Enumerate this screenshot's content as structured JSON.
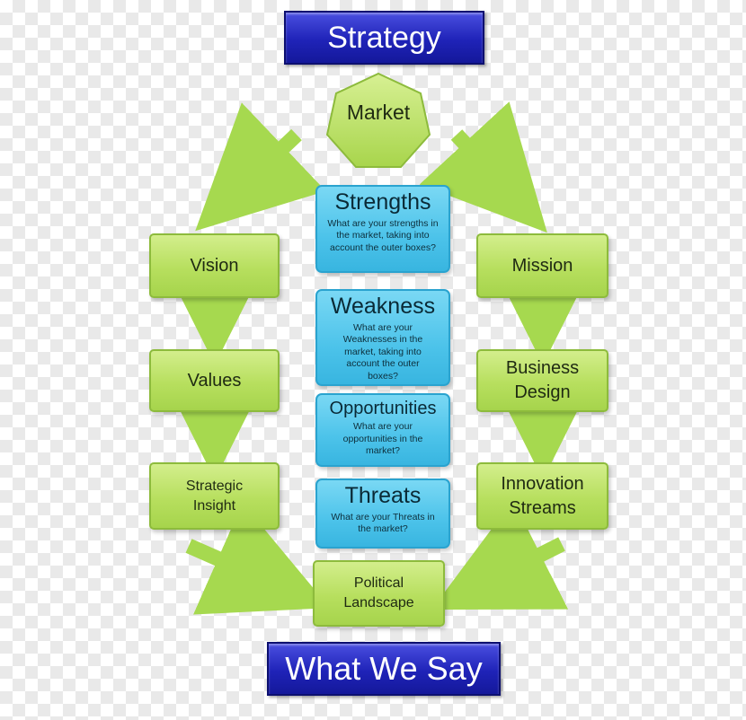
{
  "diagram": {
    "title_top": "Strategy",
    "title_bottom": "What We Say",
    "market": "Market",
    "left_column": [
      "Vision",
      "Values",
      "Strategic Insight"
    ],
    "right_column": [
      "Mission",
      "Business Design",
      "Innovation Streams"
    ],
    "bottom": "Political Landscape",
    "swot": [
      {
        "heading": "Strengths",
        "question": "What are your strengths in the market, taking into account the outer boxes?"
      },
      {
        "heading": "Weakness",
        "question": "What are your Weaknesses in the market, taking into account the outer boxes?"
      },
      {
        "heading": "Opportunities",
        "question": "What are your opportunities in the market?"
      },
      {
        "heading": "Threats",
        "question": "What are your Threats in the market?"
      }
    ],
    "colors": {
      "title_blue": "#1f23b8",
      "box_green": "#b7df5e",
      "swot_blue": "#4cc3ea",
      "arrow_green": "#a6d94f"
    }
  }
}
